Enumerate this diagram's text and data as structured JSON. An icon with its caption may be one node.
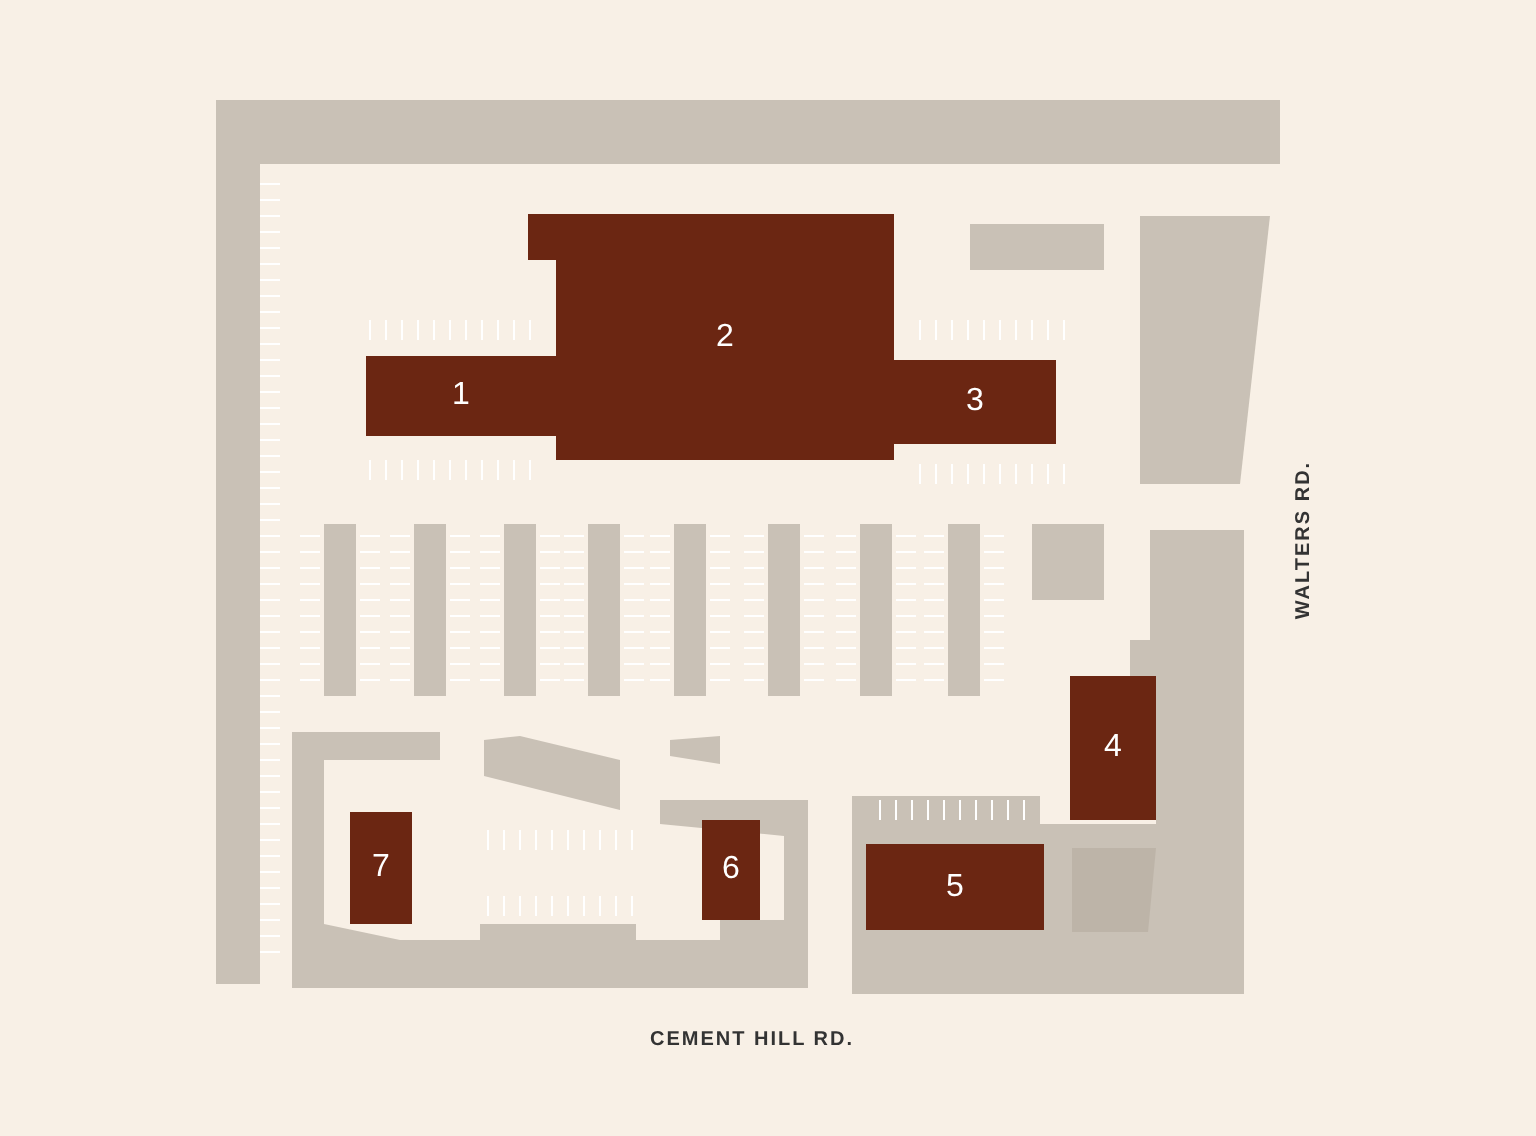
{
  "diagram": {
    "nodes": [
      {
        "text": [
          "1"
        ]
      },
      {
        "text": [
          "2"
        ]
      },
      {
        "text": [
          "3"
        ]
      },
      {
        "text": [
          "4"
        ]
      },
      {
        "text": [
          "5"
        ]
      },
      {
        "text": [
          "6"
        ]
      },
      {
        "text": [
          "7"
        ]
      }
    ],
    "labels": [
      "WALTERS RD.",
      "CEMENT HILL RD."
    ]
  }
}
